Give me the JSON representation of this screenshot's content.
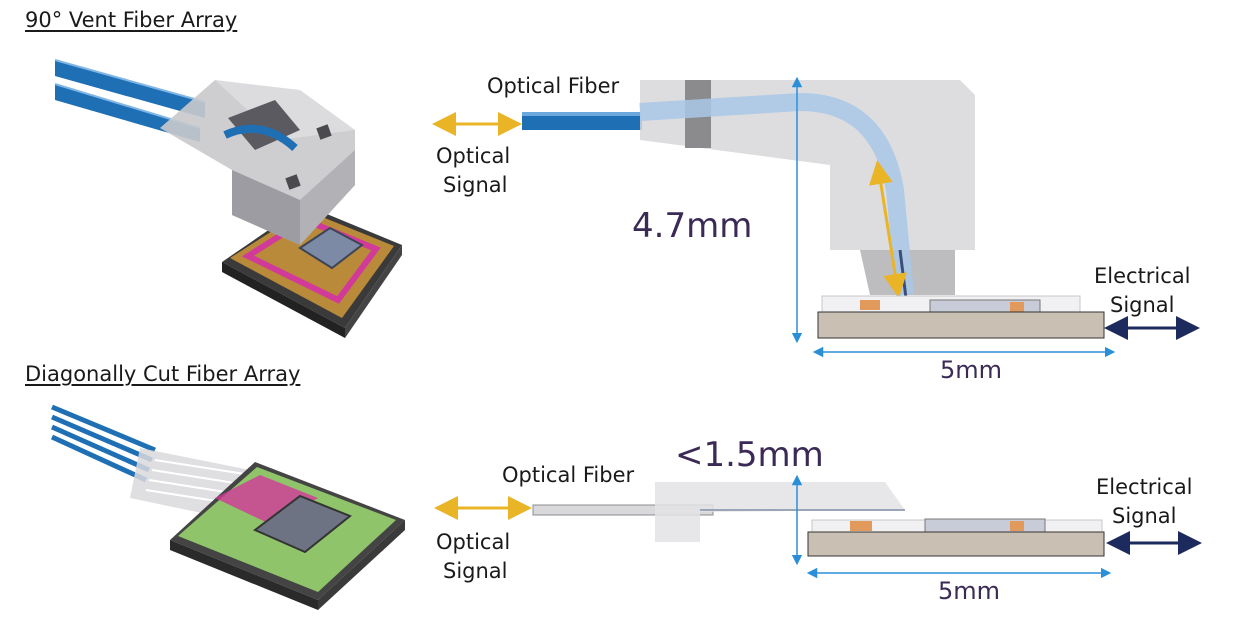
{
  "top": {
    "title": "90° Vent Fiber Array",
    "optical_fiber": "Optical Fiber",
    "optical_signal": [
      "Optical",
      "Signal"
    ],
    "height_dim": "4.7mm",
    "electrical_signal": [
      "Electrical",
      "Signal"
    ],
    "width_dim": "5mm"
  },
  "bottom": {
    "title": "Diagonally Cut Fiber Array",
    "optical_fiber": "Optical Fiber",
    "optical_signal": [
      "Optical",
      "Signal"
    ],
    "height_dim": "<1.5mm",
    "electrical_signal": [
      "Electrical",
      "Signal"
    ],
    "width_dim": "5mm"
  },
  "colors": {
    "fiber_blue": "#1f6fb5",
    "optical_arrow": "#e9b526",
    "electrical_arrow": "#1c2a5e",
    "dimension_line": "#2a8fd8",
    "dimension_text": "#3a2a55",
    "pcb_pink": "#d23a9a",
    "pcb_green": "#8fc46a",
    "substrate": "#c9bfb2"
  }
}
